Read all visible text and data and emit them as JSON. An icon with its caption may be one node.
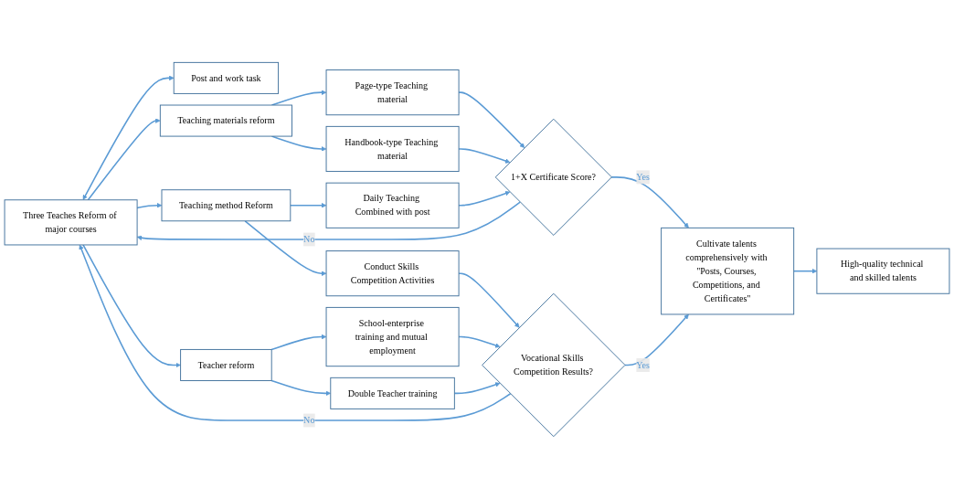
{
  "diagram": {
    "nodes": [
      {
        "text": [
          "Post and work task"
        ]
      },
      {
        "text": [
          "Three Teaches Reform of major courses"
        ]
      },
      {
        "text": [
          "Teaching materials reform"
        ]
      },
      {
        "text": [
          "Teaching method Reform"
        ]
      },
      {
        "text": [
          "Teacher reform"
        ]
      },
      {
        "text": [
          "Page-type Teaching material"
        ]
      },
      {
        "text": [
          "Handbook-type Teaching material"
        ]
      },
      {
        "text": [
          "Daily Teaching Combined with post"
        ]
      },
      {
        "text": [
          "Conduct Skills Competition Activities"
        ]
      },
      {
        "text": [
          "School-enterprise training and mutual employment"
        ]
      },
      {
        "text": [
          "Double Teacher training"
        ]
      },
      {
        "text": [
          "1+X Certificate Score?"
        ]
      },
      {
        "text": [
          "Vocational Skills Competition Results?"
        ]
      },
      {
        "text": [
          "Cultivate talents comprehensively with \"Posts, Courses, Competitions, and Certificates\""
        ]
      },
      {
        "text": [
          "High-quality technical and skilled talents"
        ]
      }
    ],
    "edges": [
      {
        "from": 1,
        "to": 0,
        "arrow": "both"
      },
      {
        "from": 1,
        "to": 2,
        "arrow": "to"
      },
      {
        "from": 1,
        "to": 3,
        "arrow": "to"
      },
      {
        "from": 1,
        "to": 4,
        "arrow": "to"
      },
      {
        "from": 2,
        "to": 5,
        "arrow": "to"
      },
      {
        "from": 2,
        "to": 6,
        "arrow": "to"
      },
      {
        "from": 3,
        "to": 7,
        "arrow": "to"
      },
      {
        "from": 3,
        "to": 8,
        "arrow": "to"
      },
      {
        "from": 4,
        "to": 9,
        "arrow": "to"
      },
      {
        "from": 4,
        "to": 10,
        "arrow": "to"
      },
      {
        "from": 5,
        "to": 11,
        "arrow": "to"
      },
      {
        "from": 6,
        "to": 11,
        "arrow": "to"
      },
      {
        "from": 7,
        "to": 11,
        "arrow": "to"
      },
      {
        "from": 8,
        "to": 12,
        "arrow": "to"
      },
      {
        "from": 9,
        "to": 12,
        "arrow": "to"
      },
      {
        "from": 10,
        "to": 12,
        "arrow": "to"
      },
      {
        "from": 11,
        "to": 1,
        "label": "No",
        "arrow": "to"
      },
      {
        "from": 12,
        "to": 1,
        "label": "No",
        "arrow": "to"
      },
      {
        "from": 11,
        "to": 13,
        "label": "Yes",
        "arrow": "to"
      },
      {
        "from": 12,
        "to": 13,
        "label": "Yes",
        "arrow": "to"
      },
      {
        "from": 13,
        "to": 14,
        "arrow": "to"
      }
    ]
  }
}
